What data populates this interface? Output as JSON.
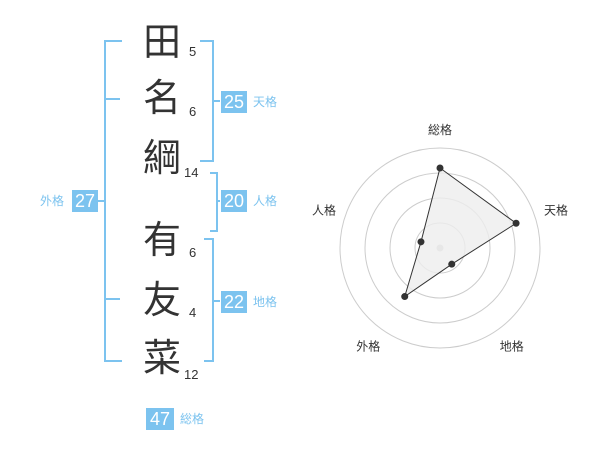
{
  "colors": {
    "accent": "#7cc3ef",
    "text": "#333333",
    "grid": "#cccccc",
    "fill": "#eeeeee"
  },
  "name": {
    "chars": [
      {
        "char": "田",
        "strokes": "5"
      },
      {
        "char": "名",
        "strokes": "6"
      },
      {
        "char": "綱",
        "strokes": "14"
      },
      {
        "char": "有",
        "strokes": "6"
      },
      {
        "char": "友",
        "strokes": "4"
      },
      {
        "char": "菜",
        "strokes": "12"
      }
    ]
  },
  "fortunes": {
    "tenkaku": {
      "value": "25",
      "label": "天格"
    },
    "jinkaku": {
      "value": "20",
      "label": "人格"
    },
    "chikaku": {
      "value": "22",
      "label": "地格"
    },
    "gaikaku": {
      "value": "27",
      "label": "外格"
    },
    "soukaku": {
      "value": "47",
      "label": "総格"
    }
  },
  "chart_data": {
    "type": "radar",
    "axes": [
      "総格",
      "天格",
      "地格",
      "外格",
      "人格"
    ],
    "values": [
      4,
      4,
      1,
      3,
      1
    ],
    "max": 5,
    "rings": 4
  }
}
